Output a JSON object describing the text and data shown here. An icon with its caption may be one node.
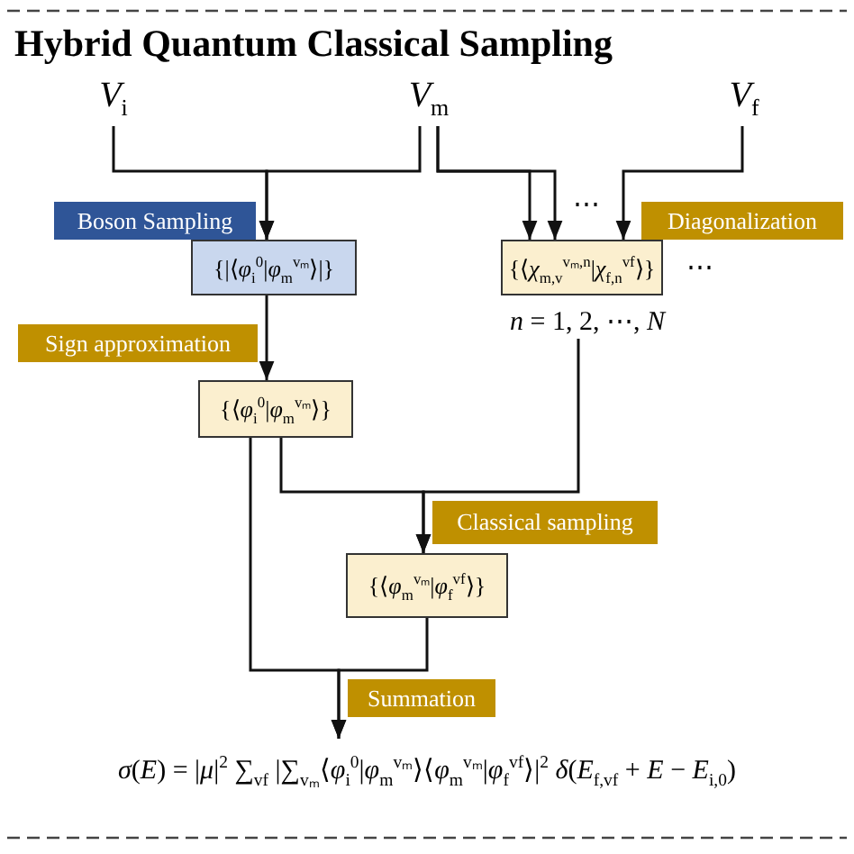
{
  "diagram": {
    "title": "Hybrid Quantum Classical Sampling",
    "nodes": [
      {
        "text": [
          "*V*$_{i}$"
        ]
      },
      {
        "text": [
          "*V*$_{m}$"
        ]
      },
      {
        "text": [
          "*V*$_{f}$"
        ]
      },
      {
        "text": [
          "Boson Sampling"
        ]
      },
      {
        "text": [
          "{|⟨*φ*$_{i}$$^{0}$|*φ*$_{m}$$^{vₘ}$⟩|}"
        ]
      },
      {
        "text": [
          "Diagonalization"
        ]
      },
      {
        "text": [
          "{⟨*χ*$_{m,v}$$^{vₘ,n}$|*χ*$_{f,n}$$^{vf}$⟩}"
        ],
        "beside": [
          "⋯",
          "*n* = 1, 2, ⋯, *N*"
        ]
      },
      {
        "text": [
          "Sign approximation"
        ]
      },
      {
        "text": [
          "{⟨*φ*$_{i}$$^{0}$|*φ*$_{m}$$^{vₘ}$⟩}"
        ]
      },
      {
        "text": [
          "Classical sampling"
        ]
      },
      {
        "text": [
          "{⟨*φ*$_{m}$$^{vₘ}$|*φ*$_{f}$$^{vf}$⟩}"
        ]
      },
      {
        "text": [
          "Summation"
        ]
      },
      {
        "text": [
          "*σ*(*E*) = |*μ*|$^{2}$ ∑$_{vf}$ |∑$_{vₘ}$⟨*φ*$_{i}$$^{0}$|*φ*$_{m}$$^{vₘ}$⟩⟨*φ*$_{m}$$^{vₘ}$|*φ*$_{f}$$^{vf}$⟩|$^{2}$ *δ*(*E*$_{f,vf}$ + *E* − *E*$_{i,0}$)"
        ]
      }
    ],
    "edges": [
      {
        "from": 0,
        "to": 4,
        "arrow": "to"
      },
      {
        "from": 1,
        "to": 4,
        "arrow": "to"
      },
      {
        "from": 1,
        "to": 6,
        "arrow": "to"
      },
      {
        "from": 1,
        "to": 6,
        "arrow": "to"
      },
      {
        "from": 2,
        "to": 6,
        "arrow": "to"
      },
      {
        "from": 4,
        "to": 8,
        "arrow": "to"
      },
      {
        "from": 8,
        "to": 10,
        "arrow": "to"
      },
      {
        "from": 6,
        "to": 10,
        "arrow": "to"
      },
      {
        "from": 8,
        "to": 12,
        "arrow": "to"
      },
      {
        "from": 10,
        "to": 12,
        "arrow": "to"
      }
    ],
    "labels": [
      "⋯"
    ]
  }
}
